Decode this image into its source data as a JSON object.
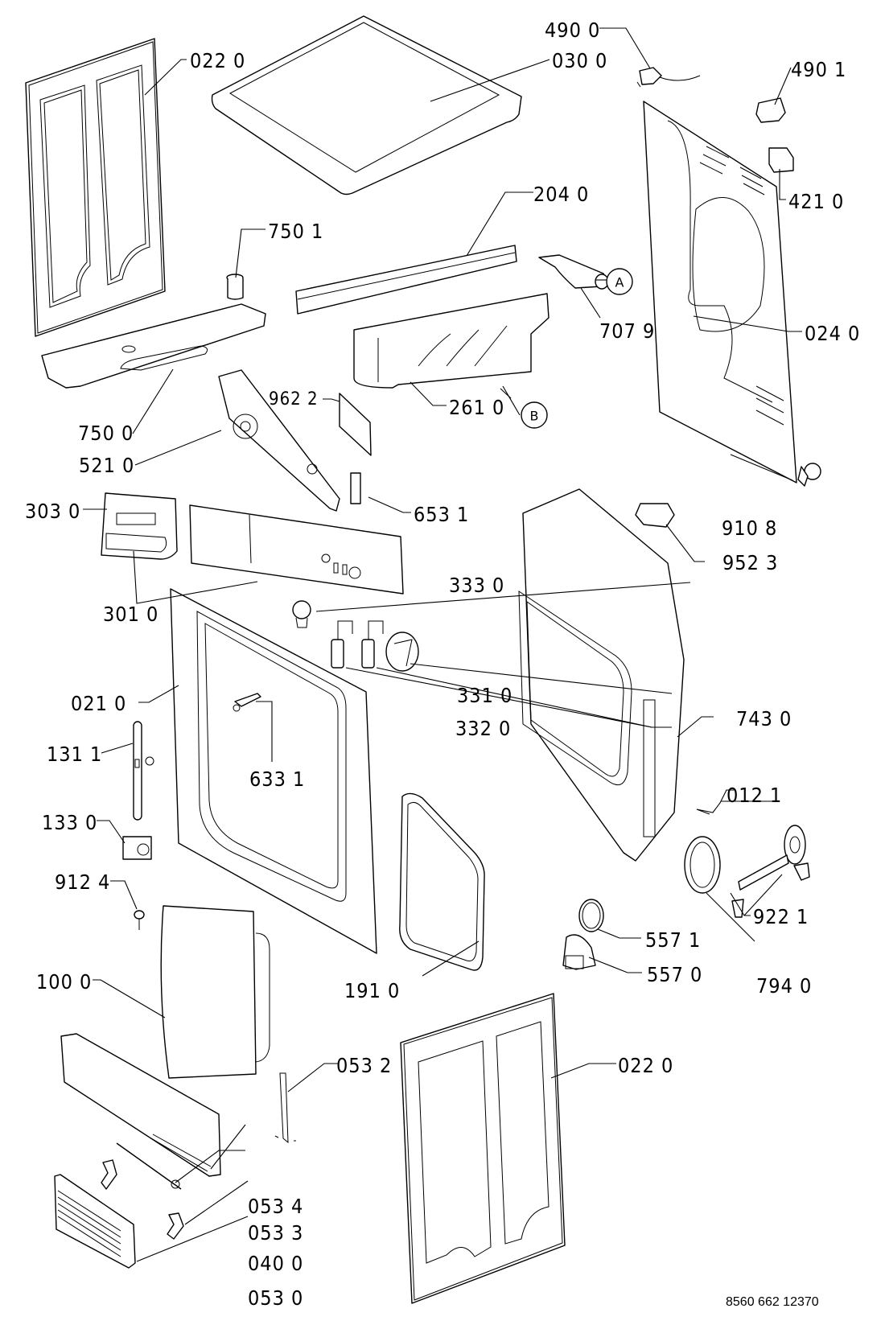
{
  "diagram": {
    "title": "Exploded parts diagram — tumble dryer cabinet",
    "document_number": "8560 662 12370",
    "references": [
      {
        "id": "ref-a",
        "letter": "A"
      },
      {
        "id": "ref-b",
        "letter": "B"
      }
    ],
    "labels": [
      {
        "id": "l0220a",
        "text": "022 0",
        "part": "side panel (left)"
      },
      {
        "id": "l0300",
        "text": "030 0",
        "part": "top cover"
      },
      {
        "id": "l4900",
        "text": "490 0",
        "part": "mains cable plug"
      },
      {
        "id": "l4901",
        "text": "490 1",
        "part": "connector"
      },
      {
        "id": "l4210",
        "text": "421 0",
        "part": "clip"
      },
      {
        "id": "l2040",
        "text": "204 0",
        "part": "top rail"
      },
      {
        "id": "l7501",
        "text": "750 1",
        "part": "filter cap"
      },
      {
        "id": "l7079",
        "text": "707 9",
        "part": "sensor"
      },
      {
        "id": "l0240",
        "text": "024 0",
        "part": "rear panel"
      },
      {
        "id": "l7500",
        "text": "750 0",
        "part": "water container housing"
      },
      {
        "id": "l2610",
        "text": "261 0",
        "part": "condenser duct"
      },
      {
        "id": "l9622",
        "text": "962 2",
        "part": "label card"
      },
      {
        "id": "l5210",
        "text": "521 0",
        "part": "electronic board"
      },
      {
        "id": "l6531",
        "text": "653 1",
        "part": "connector strip"
      },
      {
        "id": "l3030",
        "text": "303 0",
        "part": "container handle"
      },
      {
        "id": "l9108",
        "text": "910 8",
        "part": "screw"
      },
      {
        "id": "l9523",
        "text": "952 3",
        "part": "hose nozzle"
      },
      {
        "id": "l3010",
        "text": "301 0",
        "part": "control panel"
      },
      {
        "id": "l3330",
        "text": "333 0",
        "part": "indicator lens"
      },
      {
        "id": "l0210",
        "text": "021 0",
        "part": "front panel"
      },
      {
        "id": "l3310",
        "text": "331 0",
        "part": "knob"
      },
      {
        "id": "l3320",
        "text": "332 0",
        "part": "push buttons"
      },
      {
        "id": "l7430",
        "text": "743 0",
        "part": "inner front frame"
      },
      {
        "id": "l1311",
        "text": "131 1",
        "part": "hinge strip"
      },
      {
        "id": "l6331",
        "text": "633 1",
        "part": "door switch striker"
      },
      {
        "id": "l0121",
        "text": "012 1",
        "part": "roller set"
      },
      {
        "id": "l1330",
        "text": "133 0",
        "part": "hinge"
      },
      {
        "id": "l9124",
        "text": "912 4",
        "part": "screw"
      },
      {
        "id": "l9221",
        "text": "922 1",
        "part": "clips"
      },
      {
        "id": "l5571",
        "text": "557 1",
        "part": "o-ring"
      },
      {
        "id": "l1000",
        "text": "100 0",
        "part": "door"
      },
      {
        "id": "l1910",
        "text": "191 0",
        "part": "door seal"
      },
      {
        "id": "l7940",
        "text": "794 0",
        "part": "felt seal"
      },
      {
        "id": "l5570",
        "text": "557 0",
        "part": "thermostat"
      },
      {
        "id": "l0532",
        "text": "053 2",
        "part": "spring"
      },
      {
        "id": "l0220b",
        "text": "022 0",
        "part": "side panel (right)"
      },
      {
        "id": "l0534",
        "text": "053 4",
        "part": "kickplate gasket"
      },
      {
        "id": "l0533",
        "text": "053 3",
        "part": "rod"
      },
      {
        "id": "l0400",
        "text": "040 0",
        "part": "bracket"
      },
      {
        "id": "l0530",
        "text": "053 0",
        "part": "plinth grille"
      }
    ]
  }
}
